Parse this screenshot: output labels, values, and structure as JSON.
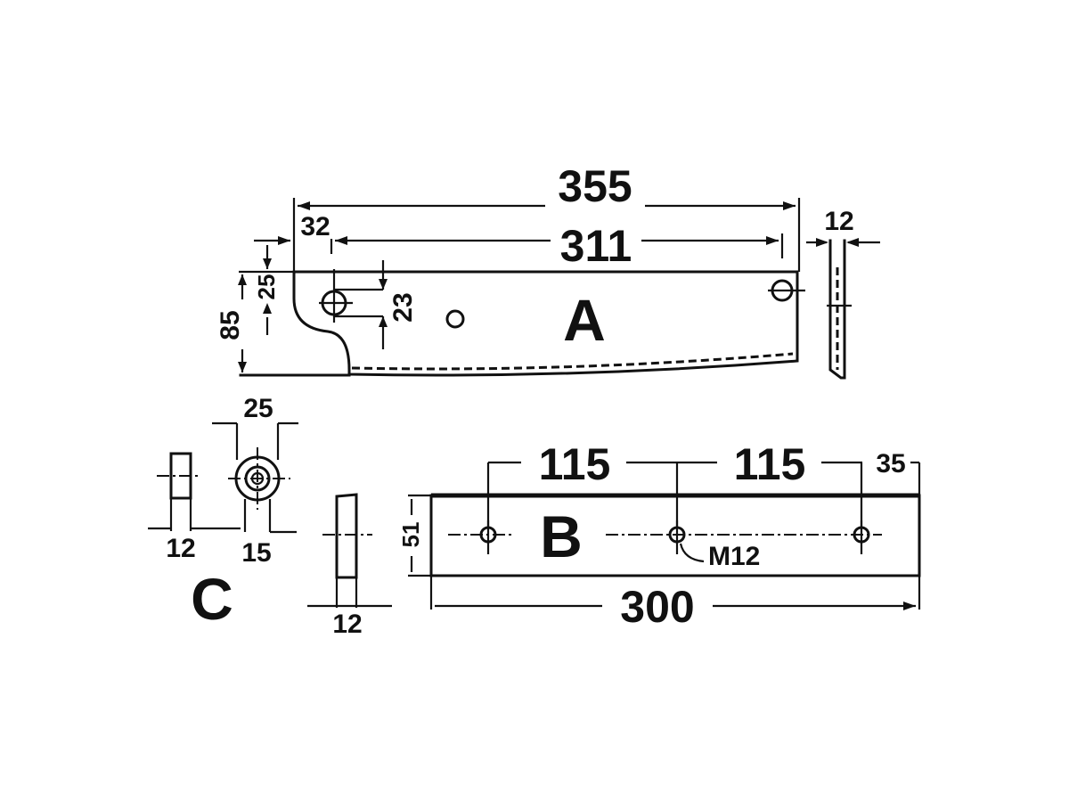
{
  "drawing": {
    "parts": {
      "A": {
        "label": "A",
        "dims": {
          "overall_length": "355",
          "hole_spacing": "311",
          "hole_offset": "32",
          "thickness": "12",
          "height": "85",
          "hole_from_top": "25",
          "slot_length": "23"
        }
      },
      "B": {
        "label": "B",
        "dims": {
          "spacing_1": "115",
          "spacing_2": "115",
          "end_offset": "35",
          "width": "51",
          "length": "300",
          "thread": "M12"
        }
      },
      "C": {
        "label": "C",
        "dims": {
          "outer_diameter": "25",
          "inner_diameter": "15",
          "thickness_side": "12",
          "thickness_plate": "12"
        }
      }
    }
  }
}
